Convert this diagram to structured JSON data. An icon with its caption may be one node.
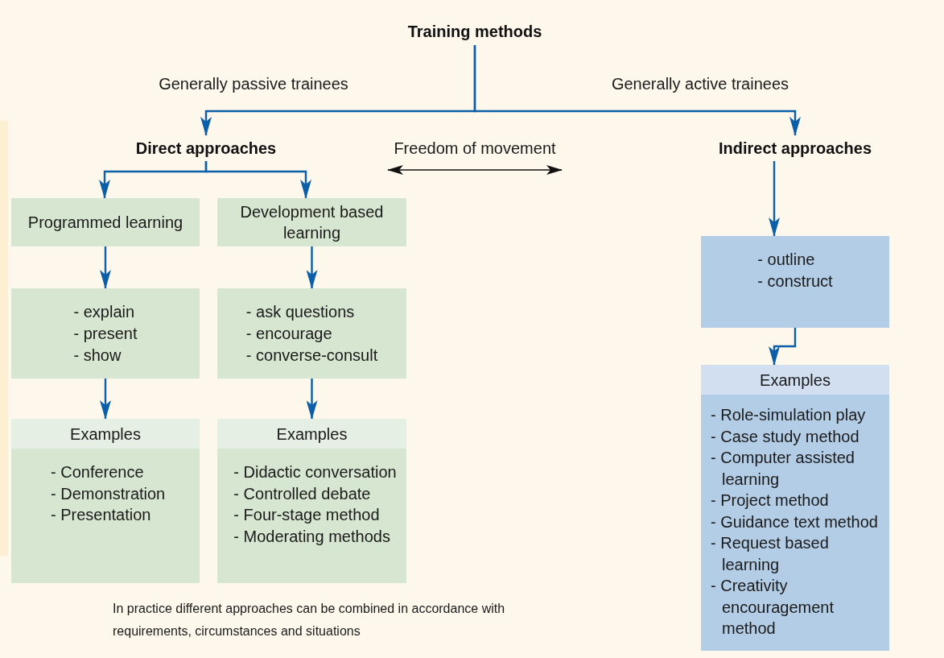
{
  "diagram": {
    "nodes": [
      {
        "text": [
          "Training methods"
        ]
      },
      {
        "text": [
          "Direct approaches"
        ]
      },
      {
        "text": [
          "Indirect approaches"
        ]
      },
      {
        "text": [
          "Programmed learning"
        ]
      },
      {
        "text": [
          "Development based learning"
        ]
      },
      {
        "text": [
          "- explain",
          "- present",
          "- show"
        ]
      },
      {
        "text": [
          "- ask questions",
          "- encourage",
          "- converse-consult"
        ]
      },
      {
        "text": [
          "Examples",
          "- Conference",
          "- Demonstration",
          "- Presentation"
        ]
      },
      {
        "text": [
          "Examples",
          "- Didactic conversation",
          "- Controlled debate",
          "- Four-stage method",
          "- Moderating methods"
        ]
      },
      {
        "text": [
          "- outline",
          "- construct"
        ]
      },
      {
        "text": [
          "Examples",
          "- Role-simulation play",
          "- Case study method",
          "- Computer assisted learning",
          "- Project method",
          "- Guidance text method",
          "- Request based learning",
          "- Creativity encouragement method"
        ]
      }
    ],
    "edges": [
      {
        "from": 0,
        "to": 1,
        "arrow": "to",
        "label": "Generally passive trainees"
      },
      {
        "from": 0,
        "to": 2,
        "arrow": "to",
        "label": "Generally active trainees"
      },
      {
        "from": 1,
        "to": 3,
        "arrow": "to"
      },
      {
        "from": 1,
        "to": 4,
        "arrow": "to"
      },
      {
        "from": 3,
        "to": 5,
        "arrow": "to"
      },
      {
        "from": 4,
        "to": 6,
        "arrow": "to"
      },
      {
        "from": 5,
        "to": 7,
        "arrow": "to"
      },
      {
        "from": 6,
        "to": 8,
        "arrow": "to"
      },
      {
        "from": 2,
        "to": 9,
        "arrow": "to"
      },
      {
        "from": 9,
        "to": 10,
        "arrow": "to"
      }
    ],
    "labels": [
      "Freedom of movement",
      "In practice different approaches can be combined in accordance with requirements, circumstances and situations"
    ]
  }
}
